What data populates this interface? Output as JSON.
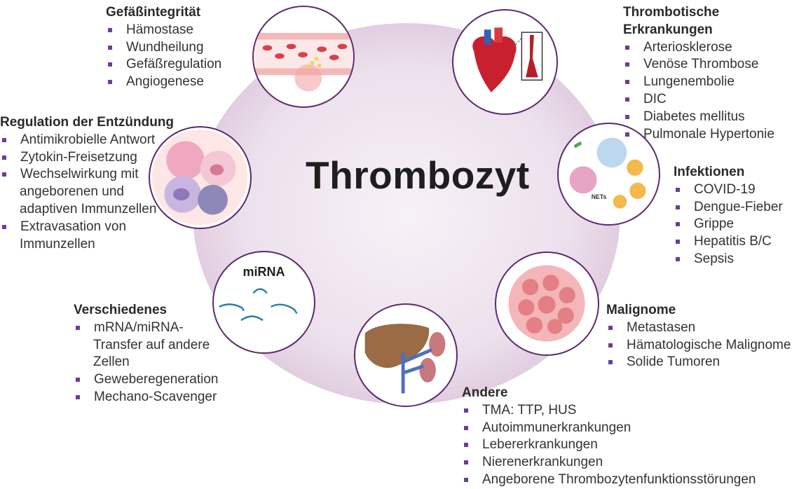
{
  "title": "Thrombozyt",
  "colors": {
    "bullet": "#6a3d9a",
    "circle_border": "#5b2a6e",
    "ellipse": "#e9dbe8"
  },
  "sections": {
    "gefaess": {
      "heading": "Gefäßintegrität",
      "items": [
        "Hämostase",
        "Wundheilung",
        "Gefäßregulation",
        "Angiogenese"
      ]
    },
    "thrombotisch": {
      "heading": "Thrombotische Erkrankungen",
      "items": [
        "Arteriosklerose",
        "Venöse Thrombose",
        "Lungenembolie",
        "DIC",
        "Diabetes mellitus",
        "Pulmonale Hypertonie"
      ]
    },
    "entzuendung": {
      "heading": "Regulation der Entzündung",
      "items": [
        "Antimikrobielle Antwort",
        "Zytokin-Freisetzung",
        "Wechselwirkung mit",
        "angeborenen und",
        "adaptiven Immunzellen",
        "Extravasation von",
        "Immunzellen"
      ]
    },
    "infektionen": {
      "heading": "Infektionen",
      "items": [
        "COVID-19",
        "Dengue-Fieber",
        "Grippe",
        "Hepatitis B/C",
        "Sepsis"
      ]
    },
    "verschiedenes": {
      "heading": "Verschiedenes",
      "items": [
        "mRNA/miRNA-",
        "Transfer auf andere",
        "Zellen",
        "Geweberegeneration",
        "Mechano-Scavenger"
      ]
    },
    "malignome": {
      "heading": "Malignome",
      "items": [
        "Metastasen",
        "Hämatologische Malignome",
        "Solide Tumoren"
      ]
    },
    "andere": {
      "heading": "Andere",
      "items": [
        "TMA: TTP, HUS",
        "Autoimmunerkrankungen",
        "Lebererkrankungen",
        "Nierenerkrankungen",
        "Angeborene Thrombozytenfunktionsstörungen"
      ]
    }
  },
  "circles": {
    "mirna_label": "miRNA",
    "nets_label": "NETs"
  }
}
